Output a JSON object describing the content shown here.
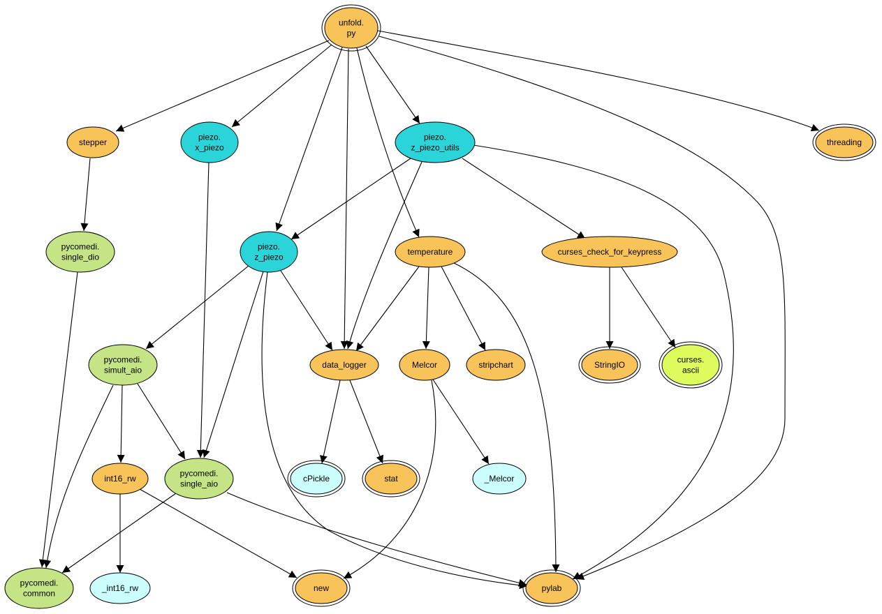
{
  "diagram": {
    "type": "module dependency graph",
    "colors": {
      "orange": "#f8c45a",
      "cyan": "#2bd4d9",
      "green": "#c4e486",
      "lightcyan": "#ccfdfd",
      "yellowgreen": "#ddfb5c",
      "stroke": "#000000"
    },
    "nodes": [
      {
        "id": "unfold",
        "lines": [
          "unfold.",
          "py"
        ],
        "color": "orange",
        "peripheries": 2
      },
      {
        "id": "stepper",
        "lines": [
          "stepper"
        ],
        "color": "orange",
        "peripheries": 1
      },
      {
        "id": "x_piezo",
        "lines": [
          "piezo.",
          "x_piezo"
        ],
        "color": "cyan",
        "peripheries": 1
      },
      {
        "id": "z_piezo_utils",
        "lines": [
          "piezo.",
          "z_piezo_utils"
        ],
        "color": "cyan",
        "peripheries": 1
      },
      {
        "id": "threading",
        "lines": [
          "threading"
        ],
        "color": "orange",
        "peripheries": 2
      },
      {
        "id": "single_dio",
        "lines": [
          "pycomedi.",
          "single_dio"
        ],
        "color": "green",
        "peripheries": 1
      },
      {
        "id": "z_piezo",
        "lines": [
          "piezo.",
          "z_piezo"
        ],
        "color": "cyan",
        "peripheries": 1
      },
      {
        "id": "temperature",
        "lines": [
          "temperature"
        ],
        "color": "orange",
        "peripheries": 1
      },
      {
        "id": "curses_check",
        "lines": [
          "curses_check_for_keypress"
        ],
        "color": "orange",
        "peripheries": 1
      },
      {
        "id": "simult_aio",
        "lines": [
          "pycomedi.",
          "simult_aio"
        ],
        "color": "green",
        "peripheries": 1
      },
      {
        "id": "data_logger",
        "lines": [
          "data_logger"
        ],
        "color": "orange",
        "peripheries": 1
      },
      {
        "id": "Melcor",
        "lines": [
          "Melcor"
        ],
        "color": "orange",
        "peripheries": 1
      },
      {
        "id": "stripchart",
        "lines": [
          "stripchart"
        ],
        "color": "orange",
        "peripheries": 1
      },
      {
        "id": "StringIO",
        "lines": [
          "StringIO"
        ],
        "color": "orange",
        "peripheries": 2
      },
      {
        "id": "curses_ascii",
        "lines": [
          "curses.",
          "ascii"
        ],
        "color": "yellowgreen",
        "peripheries": 2
      },
      {
        "id": "int16_rw",
        "lines": [
          "int16_rw"
        ],
        "color": "orange",
        "peripheries": 1
      },
      {
        "id": "single_aio",
        "lines": [
          "pycomedi.",
          "single_aio"
        ],
        "color": "green",
        "peripheries": 1
      },
      {
        "id": "cPickle",
        "lines": [
          "cPickle"
        ],
        "color": "lightcyan",
        "peripheries": 2
      },
      {
        "id": "stat",
        "lines": [
          "stat"
        ],
        "color": "orange",
        "peripheries": 2
      },
      {
        "id": "_Melcor",
        "lines": [
          "_Melcor"
        ],
        "color": "lightcyan",
        "peripheries": 1
      },
      {
        "id": "common",
        "lines": [
          "pycomedi.",
          "common"
        ],
        "color": "green",
        "peripheries": 1
      },
      {
        "id": "_int16_rw",
        "lines": [
          "_int16_rw"
        ],
        "color": "lightcyan",
        "peripheries": 1
      },
      {
        "id": "new",
        "lines": [
          "new"
        ],
        "color": "orange",
        "peripheries": 2
      },
      {
        "id": "pylab",
        "lines": [
          "pylab"
        ],
        "color": "orange",
        "peripheries": 2
      }
    ],
    "edges": [
      {
        "from": "unfold",
        "to": "stepper"
      },
      {
        "from": "unfold",
        "to": "x_piezo"
      },
      {
        "from": "unfold",
        "to": "z_piezo_utils"
      },
      {
        "from": "unfold",
        "to": "threading"
      },
      {
        "from": "unfold",
        "to": "z_piezo"
      },
      {
        "from": "unfold",
        "to": "data_logger"
      },
      {
        "from": "unfold",
        "to": "temperature"
      },
      {
        "from": "unfold",
        "to": "pylab"
      },
      {
        "from": "stepper",
        "to": "single_dio"
      },
      {
        "from": "x_piezo",
        "to": "single_aio"
      },
      {
        "from": "z_piezo_utils",
        "to": "z_piezo"
      },
      {
        "from": "z_piezo_utils",
        "to": "data_logger"
      },
      {
        "from": "z_piezo_utils",
        "to": "curses_check"
      },
      {
        "from": "z_piezo_utils",
        "to": "pylab"
      },
      {
        "from": "single_dio",
        "to": "common"
      },
      {
        "from": "z_piezo",
        "to": "simult_aio"
      },
      {
        "from": "z_piezo",
        "to": "single_aio"
      },
      {
        "from": "z_piezo",
        "to": "data_logger"
      },
      {
        "from": "z_piezo",
        "to": "pylab"
      },
      {
        "from": "temperature",
        "to": "data_logger"
      },
      {
        "from": "temperature",
        "to": "Melcor"
      },
      {
        "from": "temperature",
        "to": "stripchart"
      },
      {
        "from": "temperature",
        "to": "pylab"
      },
      {
        "from": "curses_check",
        "to": "StringIO"
      },
      {
        "from": "curses_check",
        "to": "curses_ascii"
      },
      {
        "from": "simult_aio",
        "to": "common"
      },
      {
        "from": "simult_aio",
        "to": "int16_rw"
      },
      {
        "from": "simult_aio",
        "to": "single_aio"
      },
      {
        "from": "data_logger",
        "to": "cPickle"
      },
      {
        "from": "data_logger",
        "to": "stat"
      },
      {
        "from": "Melcor",
        "to": "_Melcor"
      },
      {
        "from": "Melcor",
        "to": "new"
      },
      {
        "from": "int16_rw",
        "to": "_int16_rw"
      },
      {
        "from": "int16_rw",
        "to": "new"
      },
      {
        "from": "single_aio",
        "to": "common"
      },
      {
        "from": "single_aio",
        "to": "pylab"
      }
    ]
  }
}
